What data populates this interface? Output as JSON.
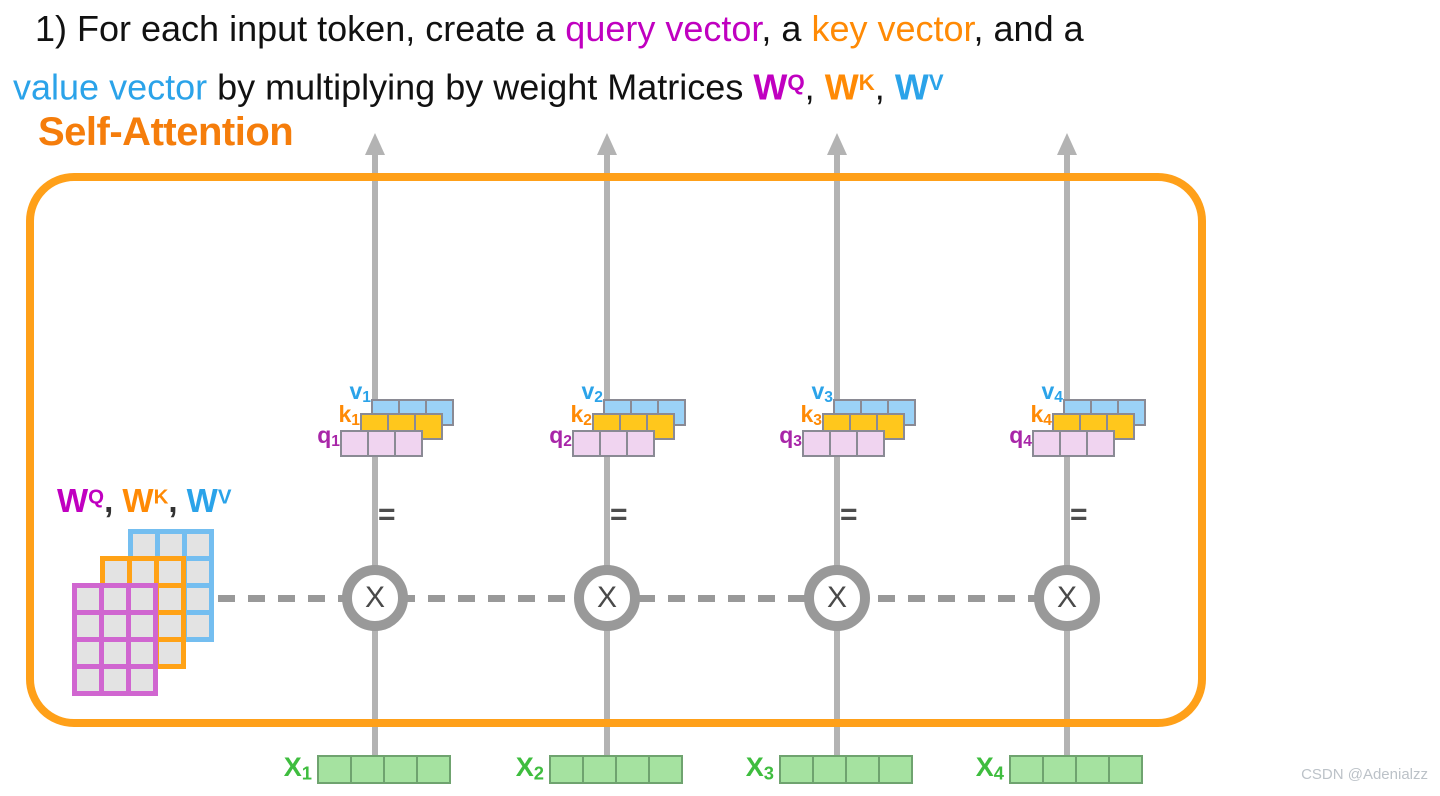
{
  "title": {
    "line1": {
      "t1": "1) For each input token, create a ",
      "query": "query vector",
      "t2": ", a ",
      "key": "key vector",
      "t3": ", and a"
    },
    "line2": {
      "value": "value vector",
      "t1": " by multiplying by weight Matrices ",
      "w1": "W",
      "w1s": "Q",
      "c1": ", ",
      "w2": "W",
      "w2s": "K",
      "c2": ", ",
      "w3": "W",
      "w3s": "V"
    }
  },
  "diagram": {
    "label": "Self-Attention",
    "weights_caption": {
      "w1": "W",
      "w1s": "Q",
      "c1": ", ",
      "w2": "W",
      "w2s": "K",
      "c2": ", ",
      "w3": "W",
      "w3s": "V"
    },
    "columns": [
      {
        "v": "v",
        "k": "k",
        "q": "q",
        "x": "X",
        "sub": "1",
        "equals": "=",
        "operator": "X"
      },
      {
        "v": "v",
        "k": "k",
        "q": "q",
        "x": "X",
        "sub": "2",
        "equals": "=",
        "operator": "X"
      },
      {
        "v": "v",
        "k": "k",
        "q": "q",
        "x": "X",
        "sub": "3",
        "equals": "=",
        "operator": "X"
      },
      {
        "v": "v",
        "k": "k",
        "q": "q",
        "x": "X",
        "sub": "4",
        "equals": "=",
        "operator": "X"
      }
    ]
  },
  "watermark": "CSDN @Adenialzz",
  "colors": {
    "query_magenta": "#C000C0",
    "key_orange": "#FF8A05",
    "value_blue": "#2BA3E9",
    "self_attention_orange": "#F57D0B",
    "box_border_orange": "#FFA019",
    "arrow_gray": "#B3B3B3",
    "dash_gray": "#999999",
    "v_cell_fill": "#9BD2F7",
    "k_cell_fill": "#FFC71C",
    "q_cell_fill": "#F0D4F0",
    "input_green_fill": "#A5E2A0",
    "input_green_label": "#3FBD3F",
    "matrix_cell_gray": "#E3E3E3"
  }
}
